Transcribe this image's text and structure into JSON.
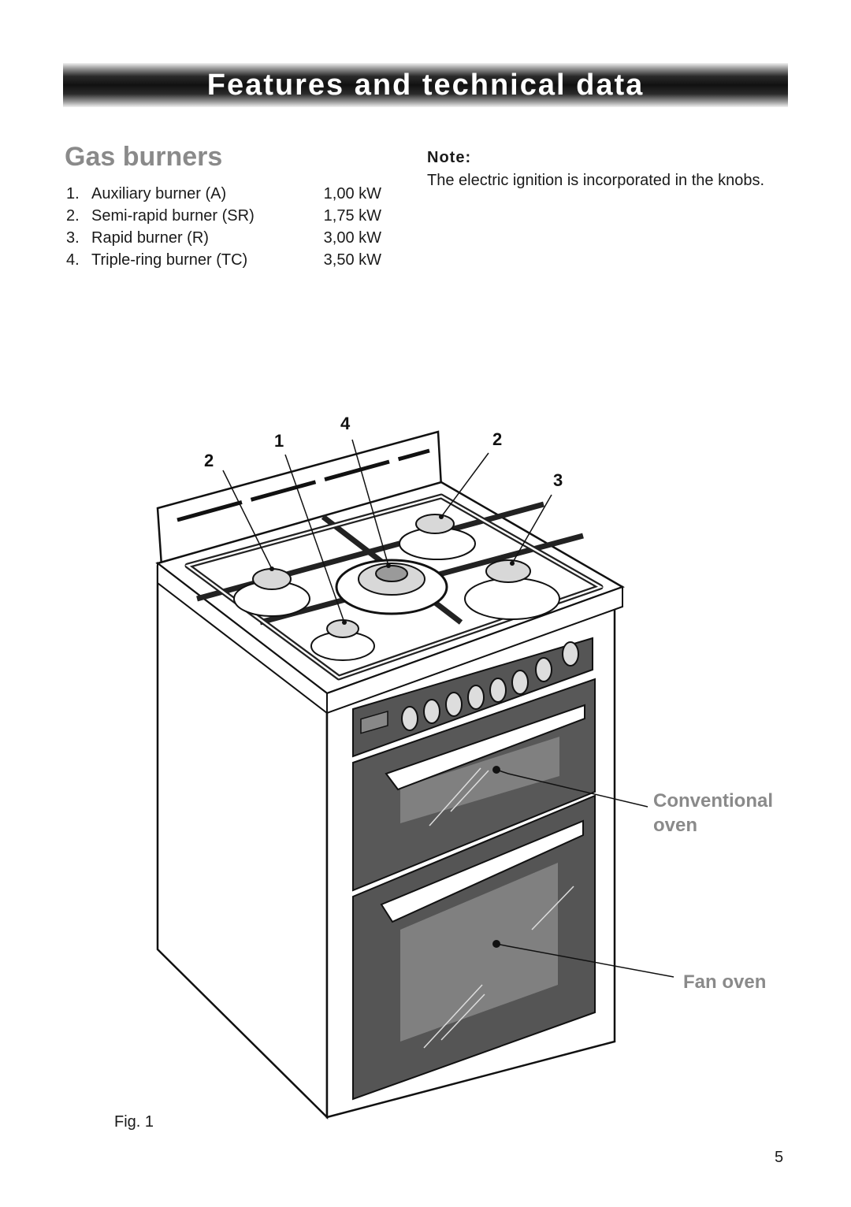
{
  "header": {
    "title": "Features and technical data"
  },
  "gas_burners": {
    "heading": "Gas burners",
    "items": [
      {
        "number": "1.",
        "name": "Auxiliary burner (A)",
        "power": "1,00 kW"
      },
      {
        "number": "2.",
        "name": "Semi-rapid burner (SR)",
        "power": "1,75 kW"
      },
      {
        "number": "3.",
        "name": "Rapid burner (R)",
        "power": "3,00 kW"
      },
      {
        "number": "4.",
        "name": "Triple-ring burner (TC)",
        "power": "3,50 kW"
      }
    ]
  },
  "note": {
    "label": "Note",
    "text": "The electric ignition is incorporated in the knobs."
  },
  "figure": {
    "callouts": [
      "1",
      "4",
      "2",
      "2",
      "3"
    ],
    "conventional_oven_label_line1": "Conventional",
    "conventional_oven_label_line2": "oven",
    "fan_oven_label": "Fan oven",
    "caption": "Fig. 1"
  },
  "page_number": "5"
}
